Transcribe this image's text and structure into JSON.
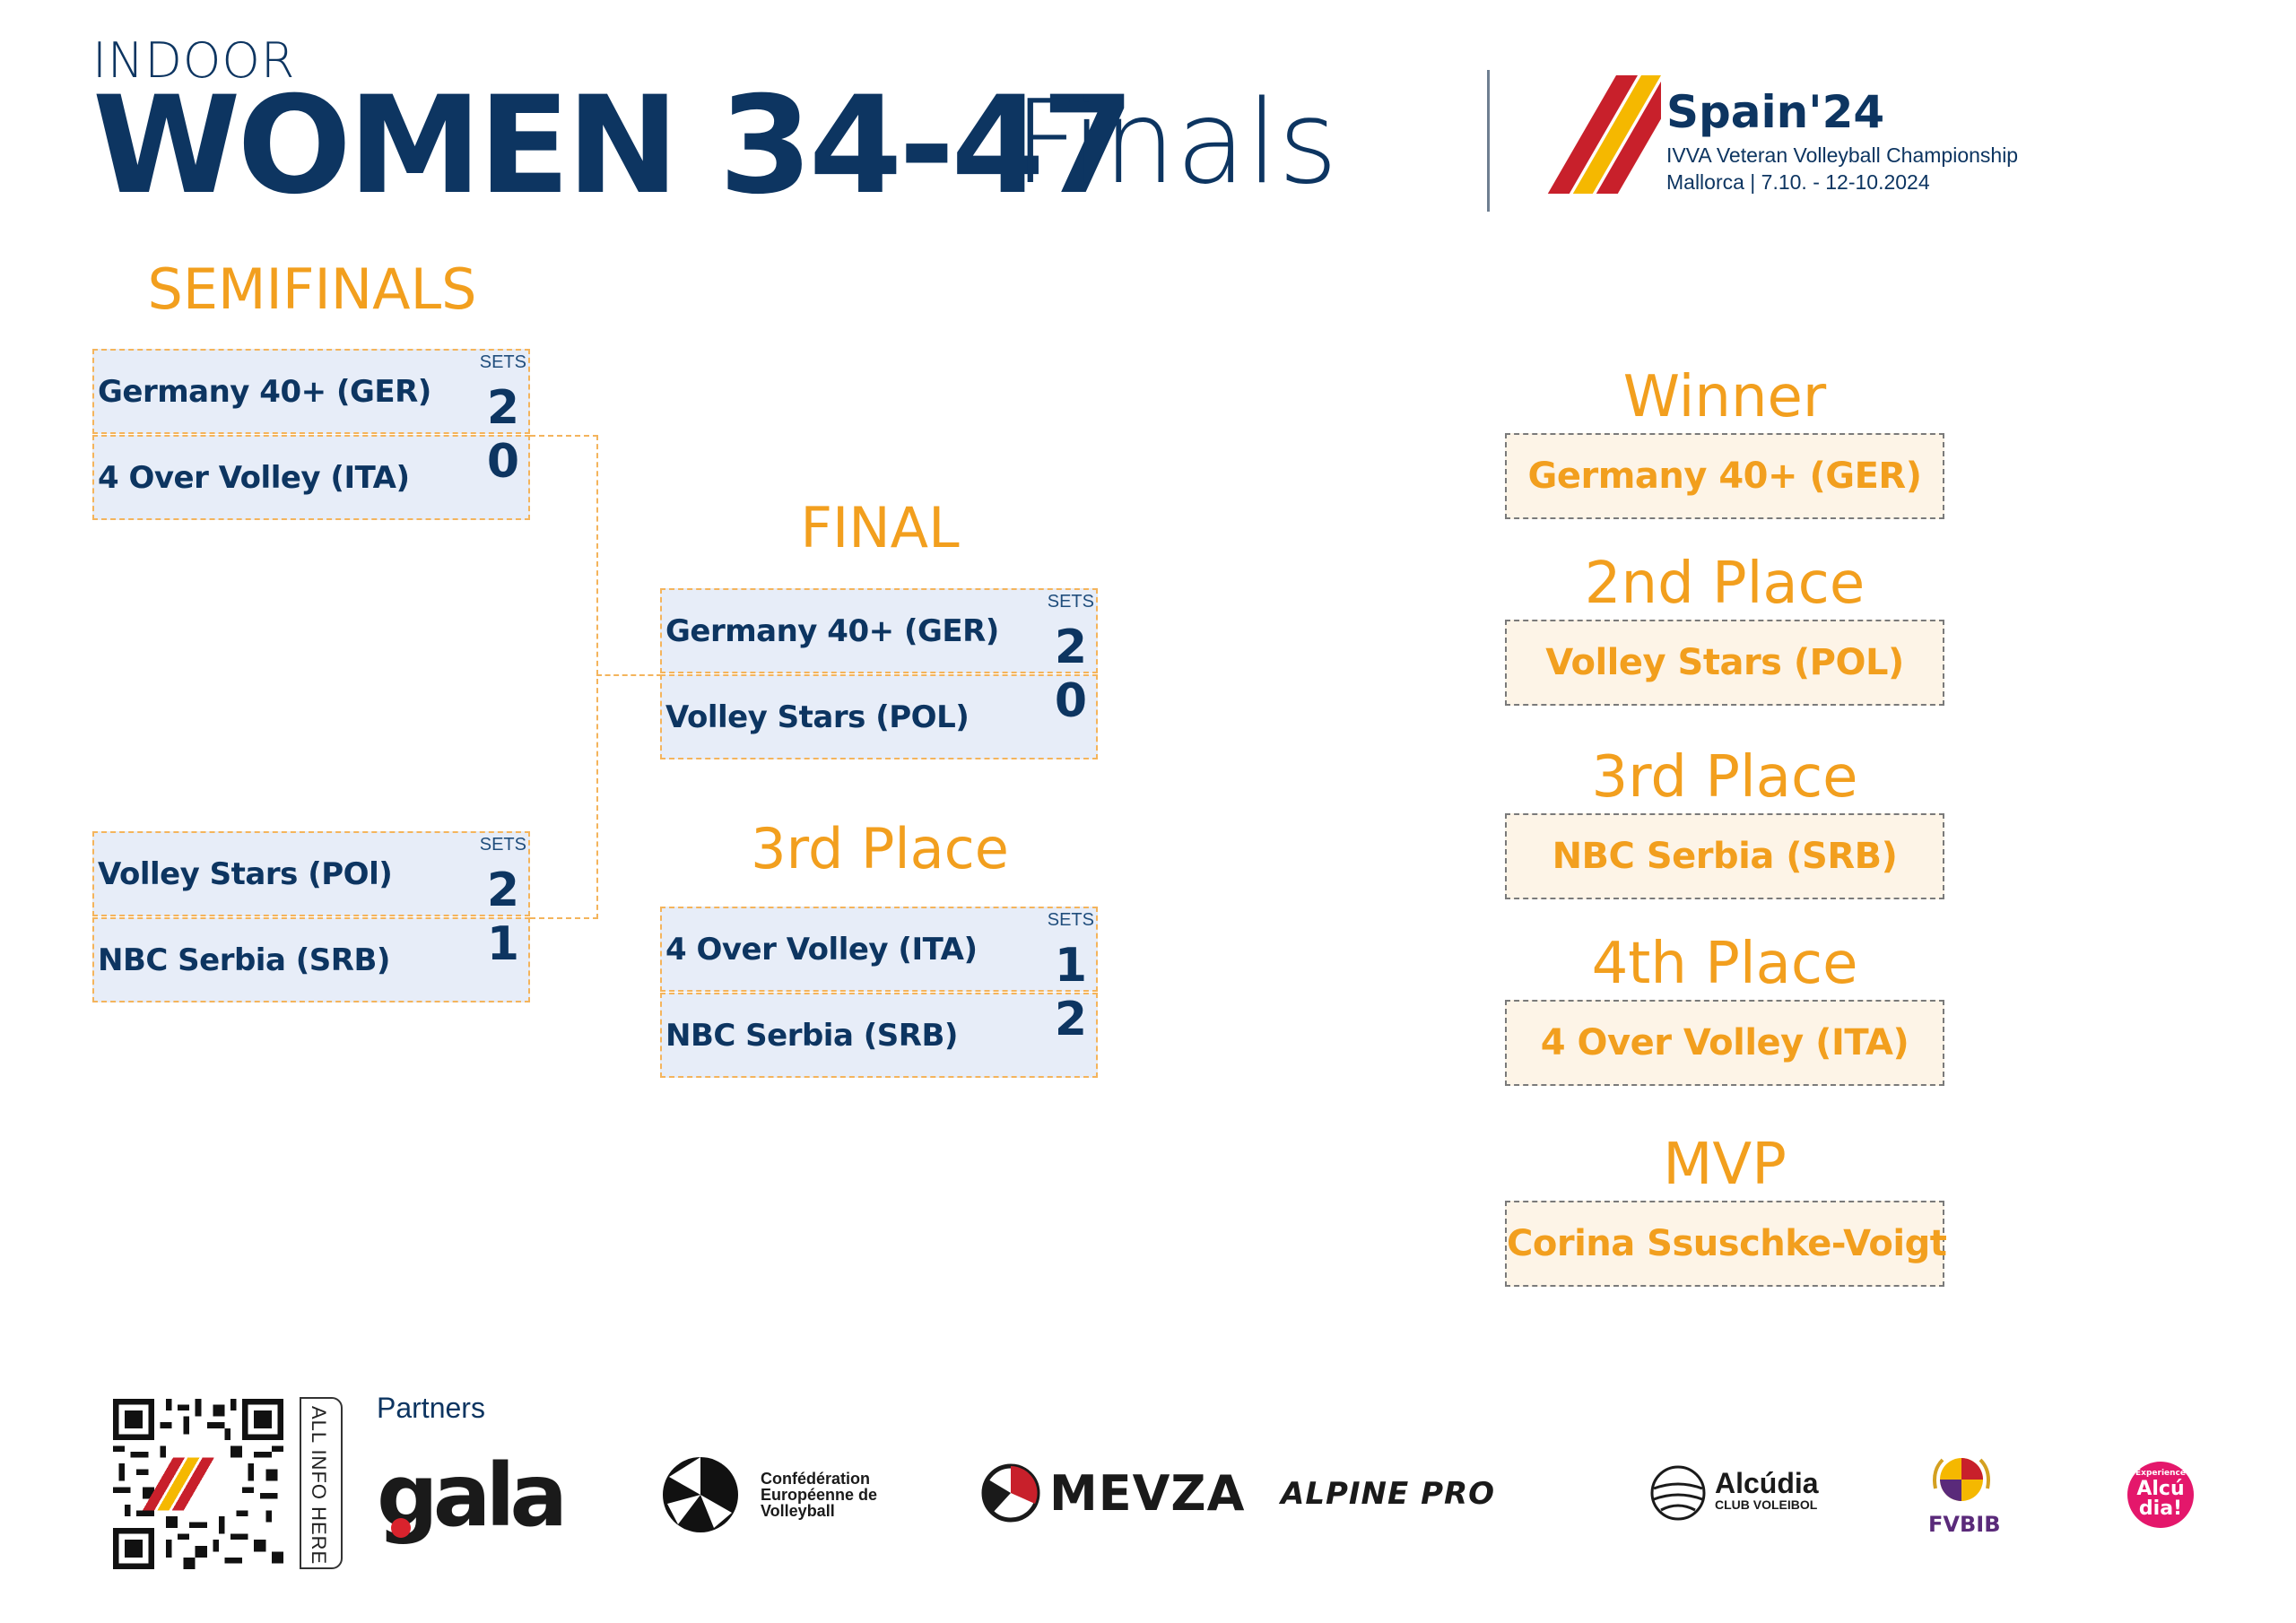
{
  "header": {
    "subtitle": "INDOOR",
    "title_bold": "WOMEN 34-47",
    "title_light": "Finals",
    "event_name": "Spain'24",
    "event_line1": "IVVA Veteran Volleyball Championship",
    "event_line2": "Mallorca | 7.10. - 12-10.2024"
  },
  "sections": {
    "semifinals": "SEMIFINALS",
    "final": "FINAL",
    "third_place": "3rd Place"
  },
  "sets_label": "SETS",
  "semifinal1": {
    "team1": {
      "name": "Germany 40+ (GER)",
      "score": "2"
    },
    "team2": {
      "name": "4 Over Volley (ITA)",
      "score": "0"
    }
  },
  "semifinal2": {
    "team1": {
      "name": "Volley Stars (POl)",
      "score": "2"
    },
    "team2": {
      "name": "NBC Serbia (SRB)",
      "score": "1"
    }
  },
  "final_match": {
    "team1": {
      "name": "Germany 40+ (GER)",
      "score": "2"
    },
    "team2": {
      "name": "Volley Stars (POL)",
      "score": "0"
    }
  },
  "third_match": {
    "team1": {
      "name": "4 Over Volley (ITA)",
      "score": "1"
    },
    "team2": {
      "name": "NBC Serbia (SRB)",
      "score": "2"
    }
  },
  "standings": {
    "winner": {
      "title": "Winner",
      "team": "Germany 40+ (GER)"
    },
    "second": {
      "title": "2nd Place",
      "team": "Volley Stars (POL)"
    },
    "third": {
      "title": "3rd Place",
      "team": "NBC Serbia (SRB)"
    },
    "fourth": {
      "title": "4th Place",
      "team": "4 Over Volley (ITA)"
    },
    "mvp": {
      "title": "MVP",
      "name": "Corina Ssuschke-Voigt"
    }
  },
  "footer": {
    "qr_label": "ALL INFO HERE",
    "partners_label": "Partners",
    "gala": "gala",
    "cev_line1": "Confédération",
    "cev_line2": "Européenne de",
    "cev_line3": "Volleyball",
    "mevza": "MEVZA",
    "alpine": "ALPINE PRO",
    "alcudia": "Alcúdia",
    "alcudia_sub": "CLUB VOLEIBOL",
    "fvbib": "FVBIB",
    "alcudia2_small": "Experience",
    "alcudia2_line1": "Alcú",
    "alcudia2_line2": "dia!"
  },
  "colors": {
    "navy": "#0d3561",
    "orange": "#f29f1e",
    "row_bg": "#e7edf8",
    "standing_bg": "#fdf4e7",
    "spain_red": "#c8202b",
    "spain_yellow": "#f5b800"
  }
}
